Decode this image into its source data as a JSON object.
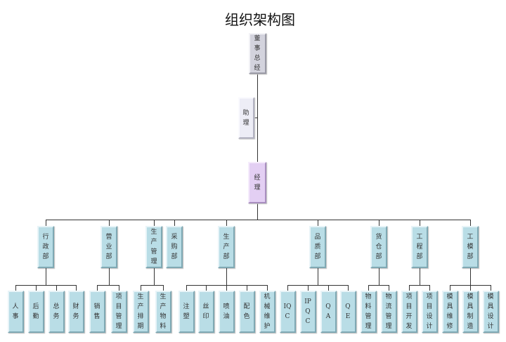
{
  "title": "组织架构图",
  "top": {
    "label": "董事总经"
  },
  "assistant": {
    "label": "助理"
  },
  "manager": {
    "label": "经理"
  },
  "departments": [
    {
      "label": "行政部",
      "children": [
        "人事",
        "后勤",
        "总务",
        "财务"
      ]
    },
    {
      "label": "营业部",
      "children": [
        "销售",
        "项目管理"
      ]
    },
    {
      "label": "生产管理",
      "children": [
        "生产排期",
        "生产物料"
      ]
    },
    {
      "label": "采购部",
      "children": []
    },
    {
      "label": "生产部",
      "children": [
        "注塑",
        "丝印",
        "喷油",
        "配色",
        "机械维护"
      ]
    },
    {
      "label": "品质部",
      "children": [
        "IQC",
        "IPQC",
        "QA",
        "QE"
      ]
    },
    {
      "label": "货仓部",
      "children": [
        "物料管理",
        "物流管理"
      ]
    },
    {
      "label": "工程部",
      "children": [
        "项目开发",
        "项目设计"
      ]
    },
    {
      "label": "工模部",
      "children": [
        "模具维修",
        "模具制造",
        "模具设计"
      ]
    }
  ]
}
